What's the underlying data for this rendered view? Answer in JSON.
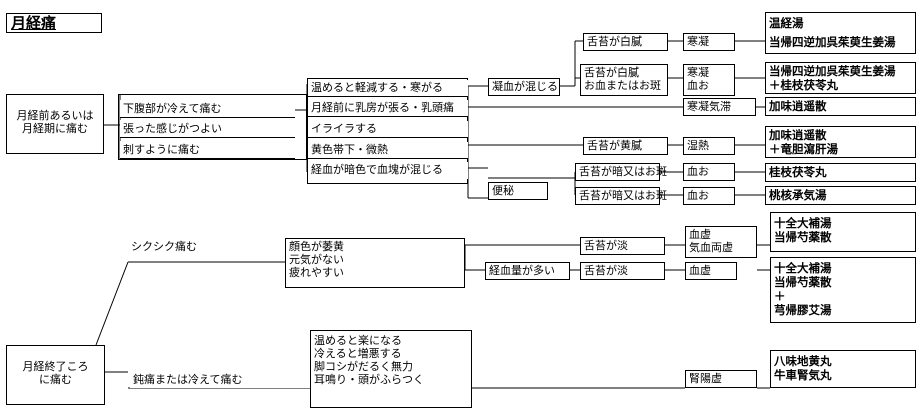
{
  "title": "月経痛",
  "roots": {
    "before": [
      "月経前あるいは",
      "月経期に痛む"
    ],
    "after": [
      "月経終了ころ",
      "に痛む"
    ]
  },
  "level1": {
    "cold_abdomen": "下腹部が冷えて痛む",
    "tension": "張った感じがつよい",
    "stabbing": "刺すように痛む",
    "dull": "シクシク痛む",
    "blunt": "鈍痛または冷えて痛む"
  },
  "level2": {
    "warm_relief": "温めると軽減する・寒がる",
    "breast_pain": "月経前に乳房が張る・乳頭痛",
    "irritable": "イライラする",
    "yellow_discharge": "黄色帯下・微熱",
    "dark_blood": "経血が暗色で血塊が混じる",
    "pale": [
      "顔色が萎黄",
      "元気がない",
      "疲れやすい"
    ],
    "kidney": [
      "温めると楽になる",
      "冷えると増悪する",
      "脚コシがだるく無力",
      "耳鳴り・頭がふらつく"
    ]
  },
  "level3": {
    "clots": "凝血が混じる",
    "constipation": "便秘",
    "heavy_flow": "経血量が多い"
  },
  "tongue": {
    "white_greasy_a": "舌苔が白膩",
    "white_greasy_b": [
      "舌苔が白膩",
      "お血またはお斑"
    ],
    "yellow_greasy": "舌苔が黄膩",
    "dark_spots_a": "舌苔が暗又はお斑",
    "dark_spots_b": "舌苔が暗又はお斑",
    "pale_a": "舌苔が淡",
    "pale_b": "舌苔が淡"
  },
  "patterns": {
    "cold_stagnation": "寒凝",
    "cold_stasis": [
      "寒凝",
      "血お"
    ],
    "cold_qi": "寒凝気滞",
    "damp_heat": "湿熱",
    "stasis_a": "血お",
    "stasis_b": "血お",
    "deficiency_dual": [
      "血虚",
      "気血両虚"
    ],
    "deficiency": "血虚",
    "kidney_yang": "腎陽虚"
  },
  "formulas": {
    "f1": [
      "温経湯",
      "当帰四逆加呉茱萸生姜湯"
    ],
    "f2": [
      "当帰四逆加呉茱萸生姜湯",
      "＋桂枝茯苓丸"
    ],
    "f3": "加味逍遥散",
    "f4": [
      "加味逍遥散",
      "＋竜胆瀉肝湯"
    ],
    "f5": "桂枝茯苓丸",
    "f6": "桃核承気湯",
    "f7": [
      "十全大補湯",
      "当帰芍薬散"
    ],
    "f8": [
      "十全大補湯",
      "当帰芍薬散",
      "＋",
      "芎帰膠艾湯"
    ],
    "f9": [
      "八味地黄丸",
      "牛車腎気丸"
    ]
  }
}
